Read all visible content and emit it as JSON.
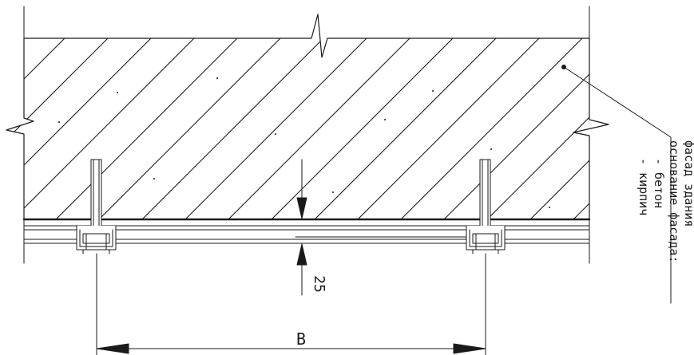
{
  "labels": {
    "dimension_gap": "25",
    "dimension_spacing": "B",
    "facade_line1": "фасад здания",
    "facade_line2": "основание фасада:",
    "facade_line3": "- бетон",
    "facade_line4": "- кирпич"
  },
  "colors": {
    "line": "#1a1a1a",
    "background": "#ffffff"
  }
}
